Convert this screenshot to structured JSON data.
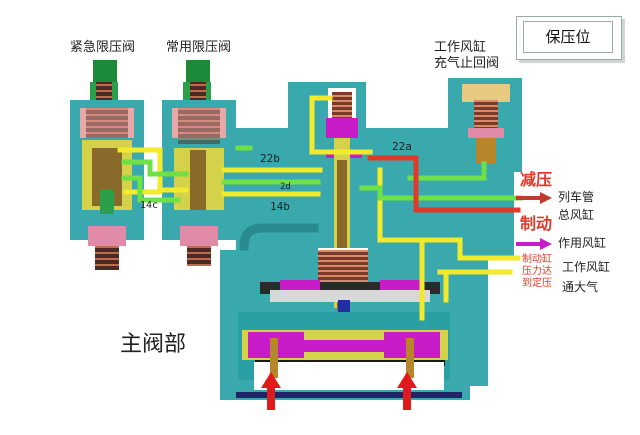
{
  "status_badge": "保压位",
  "labels": {
    "emergency_valve": "紧急限压阀",
    "service_valve": "常用限压阀",
    "check_valve_line1": "工作风缸",
    "check_valve_line2": "充气止回阀",
    "main_valve": "主阀部"
  },
  "passages": {
    "p22a": "22a",
    "p22b": "22b",
    "p2d": "2d",
    "p14b": "14b",
    "p14c": "14c"
  },
  "annotations": {
    "decompression": "减压",
    "braking": "制动",
    "note_line1": "制动缸",
    "note_line2": "压力达",
    "note_line3": "到定压"
  },
  "ports": {
    "train_pipe": "列车管",
    "main_reservoir": "总风缸",
    "brake_reservoir": "作用风缸",
    "working_reservoir": "工作风缸",
    "atmosphere": "通大气"
  },
  "colors": {
    "body": "#3aa9ad",
    "air_yellow": "#f2ea2a",
    "air_green": "#6fe045",
    "magenta": "#c81cc8",
    "red": "#e23a2a",
    "spring": "#8b3b2e"
  }
}
